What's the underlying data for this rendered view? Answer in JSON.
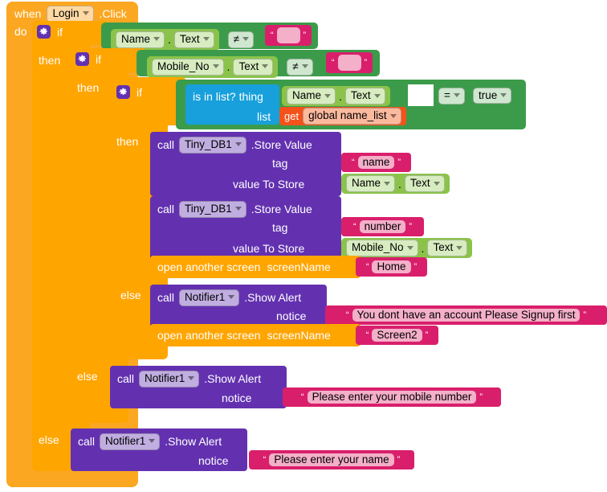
{
  "editor": {
    "name": "MIT App Inventor Blocks Editor",
    "canvas_background": "#ffffff"
  },
  "colors": {
    "event_block": "#FBA721",
    "control_block": "#FFA500",
    "logic_block": "#3B9B4A",
    "component_getter": "#8BC34A",
    "list_block": "#17A0DB",
    "variable_block": "#F4521A",
    "text_block": "#D91F6B",
    "method_call_block": "#6331B0"
  },
  "event": {
    "when": "when",
    "component": "Login",
    "event_name": ".Click",
    "do_label": "do"
  },
  "control": {
    "if": "if",
    "then": "then",
    "else": "else"
  },
  "condition1": {
    "component": "Name",
    "property": "Text",
    "operator": "≠",
    "compare_to": ""
  },
  "condition2": {
    "component": "Mobile_No",
    "property": "Text",
    "operator": "≠",
    "compare_to": ""
  },
  "condition3": {
    "list_block": "is in list?",
    "thing_label": "thing",
    "list_label": "list",
    "thing_component": "Name",
    "thing_property": "Text",
    "get": "get",
    "variable": "global name_list",
    "operator": "=",
    "compare_to": "true"
  },
  "store_value_1": {
    "call": "call",
    "component": "Tiny_DB1",
    "method": ".Store Value",
    "tag_label": "tag",
    "tag_value": "name",
    "value_label": "value To Store",
    "value_component": "Name",
    "value_property": "Text"
  },
  "store_value_2": {
    "call": "call",
    "component": "Tiny_DB1",
    "method": ".Store Value",
    "tag_label": "tag",
    "tag_value": "number",
    "value_label": "value To Store",
    "value_component": "Mobile_No",
    "value_property": "Text"
  },
  "open_screen_home": {
    "label": "open another screen",
    "param": "screenName",
    "value": "Home"
  },
  "alert_no_account": {
    "call": "call",
    "component": "Notifier1",
    "method": ".Show Alert",
    "notice_label": "notice",
    "notice_value": "You dont have an account  Please Signup first"
  },
  "open_screen_screen2": {
    "label": "open another screen",
    "param": "screenName",
    "value": "Screen2"
  },
  "alert_mobile": {
    "call": "call",
    "component": "Notifier1",
    "method": ".Show Alert",
    "notice_label": "notice",
    "notice_value": "Please enter your mobile number"
  },
  "alert_name": {
    "call": "call",
    "component": "Notifier1",
    "method": ".Show Alert",
    "notice_label": "notice",
    "notice_value": "Please enter your name"
  },
  "punctuation": {
    "dot": ".",
    "quote_open": "“",
    "quote_close": "”"
  }
}
